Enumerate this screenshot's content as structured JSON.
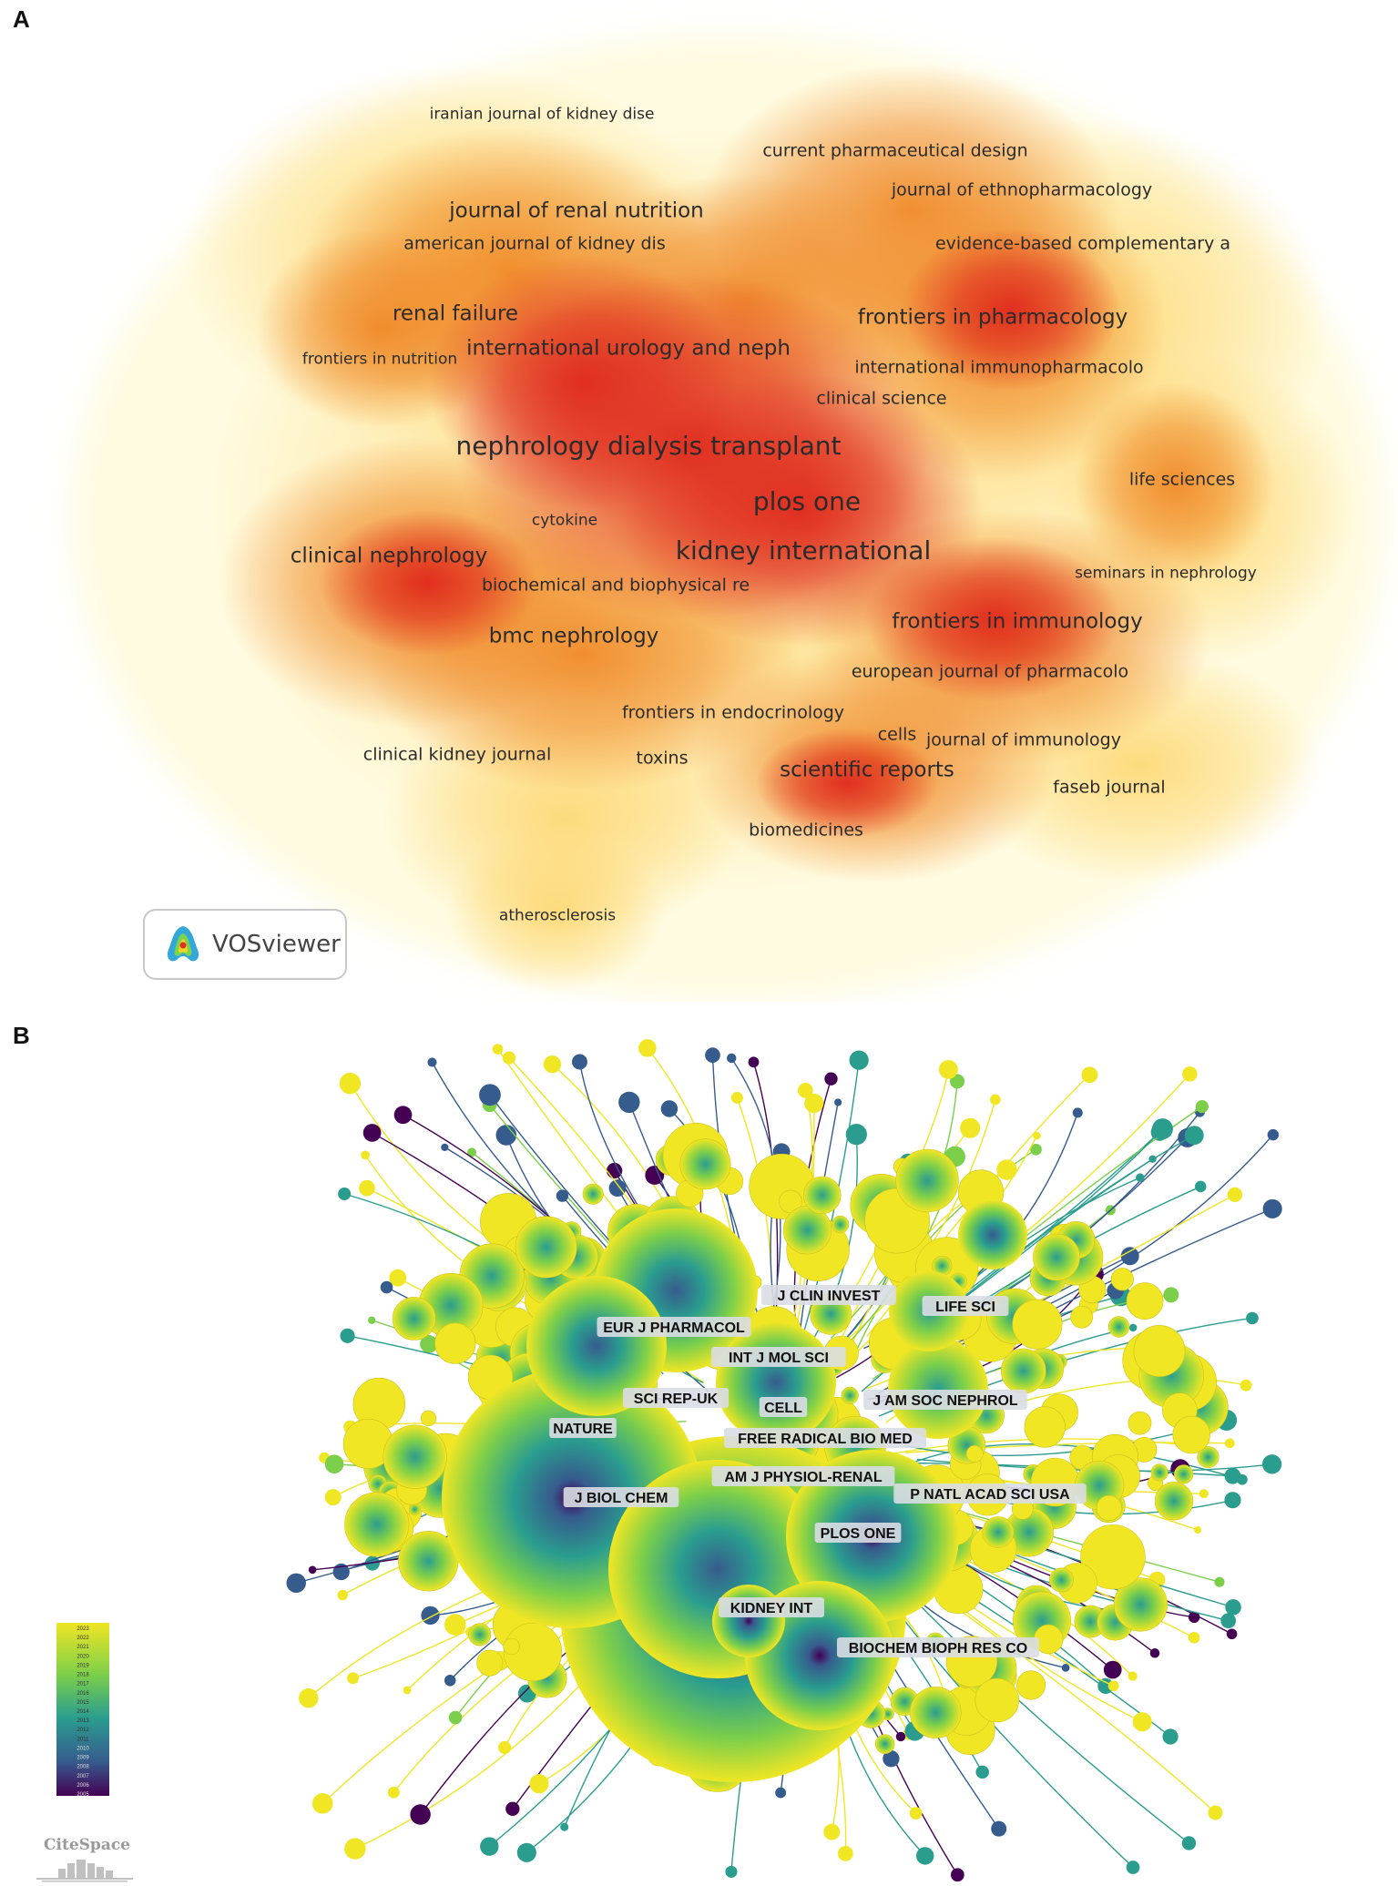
{
  "panel_a": {
    "letter": "A",
    "logo_text": "VOSviewer",
    "labels": [
      {
        "text": "iranian journal of kidney dise",
        "size": "s"
      },
      {
        "text": "current pharmaceutical design",
        "size": "m"
      },
      {
        "text": "journal of ethnopharmacology",
        "size": "m"
      },
      {
        "text": "journal of renal nutrition",
        "size": "l"
      },
      {
        "text": "american journal of kidney dis",
        "size": "m"
      },
      {
        "text": "evidence-based complementary a",
        "size": "m"
      },
      {
        "text": "renal failure",
        "size": "l"
      },
      {
        "text": "frontiers in pharmacology",
        "size": "l"
      },
      {
        "text": "frontiers in nutrition",
        "size": "s"
      },
      {
        "text": "international urology and neph",
        "size": "l"
      },
      {
        "text": "international immunopharmacolo",
        "size": "m"
      },
      {
        "text": "clinical science",
        "size": "m"
      },
      {
        "text": "nephrology dialysis transplant",
        "size": "xl"
      },
      {
        "text": "life sciences",
        "size": "m"
      },
      {
        "text": "plos one",
        "size": "xl"
      },
      {
        "text": "cytokine",
        "size": "s"
      },
      {
        "text": "clinical nephrology",
        "size": "l"
      },
      {
        "text": "kidney international",
        "size": "xl"
      },
      {
        "text": "seminars in nephrology",
        "size": "s"
      },
      {
        "text": "biochemical and biophysical re",
        "size": "m"
      },
      {
        "text": "frontiers in immunology",
        "size": "l"
      },
      {
        "text": "bmc nephrology",
        "size": "l"
      },
      {
        "text": "european journal of pharmacolo",
        "size": "m"
      },
      {
        "text": "frontiers in endocrinology",
        "size": "m"
      },
      {
        "text": "cells",
        "size": "m"
      },
      {
        "text": "journal of immunology",
        "size": "m"
      },
      {
        "text": "clinical kidney journal",
        "size": "m"
      },
      {
        "text": "toxins",
        "size": "m"
      },
      {
        "text": "scientific reports",
        "size": "l"
      },
      {
        "text": "faseb journal",
        "size": "m"
      },
      {
        "text": "biomedicines",
        "size": "m"
      },
      {
        "text": "atherosclerosis",
        "size": "s"
      }
    ],
    "colors": {
      "low": "#fffbe0",
      "mid": "#fdd873",
      "high": "#f08a2a",
      "peak": "#e02a1e"
    }
  },
  "panel_b": {
    "letter": "B",
    "watermark": "CiteSpace",
    "labels": [
      "J CLIN INVEST",
      "LIFE SCI",
      "EUR J PHARMACOL",
      "INT J MOL SCI",
      "SCI REP-UK",
      "CELL",
      "J AM SOC NEPHROL",
      "NATURE",
      "FREE RADICAL BIO MED",
      "AM J PHYSIOL-RENAL",
      "J BIOL CHEM",
      "P NATL ACAD SCI USA",
      "PLOS ONE",
      "KIDNEY INT",
      "BIOCHEM BIOPH RES CO"
    ],
    "legend_years": [
      "2023",
      "2022",
      "2021",
      "2020",
      "2019",
      "2018",
      "2017",
      "2016",
      "2015",
      "2014",
      "2013",
      "2012",
      "2011",
      "2010",
      "2009",
      "2008",
      "2007",
      "2006",
      "2005"
    ],
    "colors": {
      "yellow": "#f0e624",
      "green": "#7ccf4a",
      "teal": "#2a9d8f",
      "blue": "#365c8d",
      "purple": "#440154"
    }
  }
}
